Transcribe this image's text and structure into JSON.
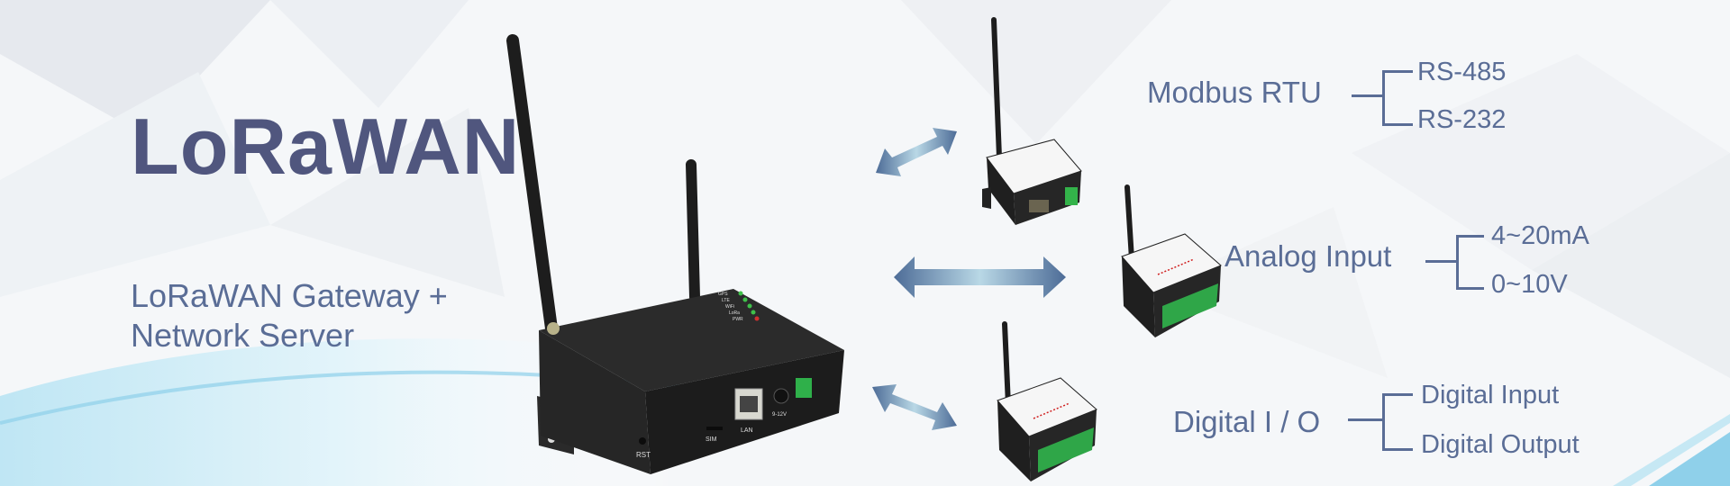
{
  "banner": {
    "title": "LoRaWAN",
    "subtitle_line1": "LoRaWAN Gateway +",
    "subtitle_line2": "Network Server"
  },
  "gateway": {
    "led_labels": [
      "GPS",
      "LTE",
      "WiFi",
      "LoRa",
      "PWR"
    ],
    "port_labels": {
      "reset": "RST",
      "sim": "SIM",
      "lan": "LAN",
      "power": "9-12V"
    }
  },
  "groups": [
    {
      "label": "Modbus RTU",
      "items": [
        "RS-485",
        "RS-232"
      ]
    },
    {
      "label": "Analog Input",
      "items": [
        "4~20mA",
        "0~10V"
      ]
    },
    {
      "label": "Digital I / O",
      "items": [
        "Digital Input",
        "Digital Output"
      ]
    }
  ],
  "colors": {
    "text": "#5a6d96",
    "title": "#50567e",
    "arrow": "#4d6c97",
    "wave": "#8fd0ea"
  }
}
